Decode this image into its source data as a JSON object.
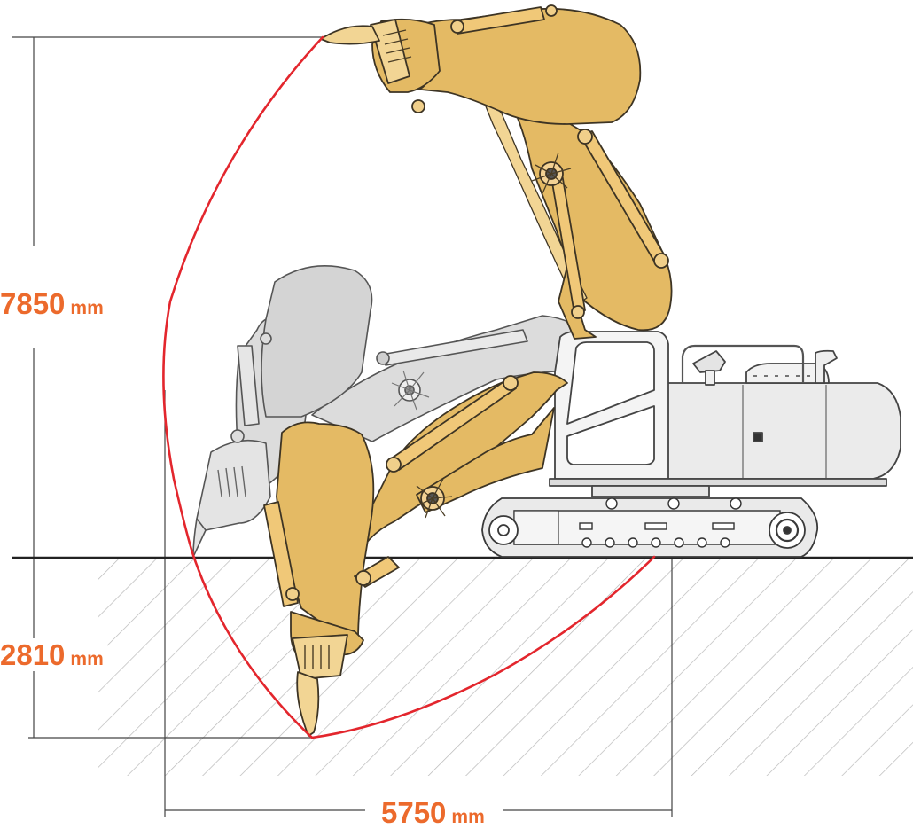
{
  "dimensions": {
    "max_height": {
      "value": "7850",
      "unit": "mm"
    },
    "max_depth": {
      "value": "2810",
      "unit": "mm"
    },
    "max_reach_at_ground": {
      "value": "5750",
      "unit": "mm"
    }
  },
  "colors": {
    "label": "#ec6a2c",
    "envelope": "#e3262d",
    "machine_yellow": "#e4ba64",
    "machine_grey": "#dcdcdc",
    "machine_white": "#f4f4f4",
    "outline": "#3a3a3a",
    "ground_hatch": "#b9b9b9"
  }
}
